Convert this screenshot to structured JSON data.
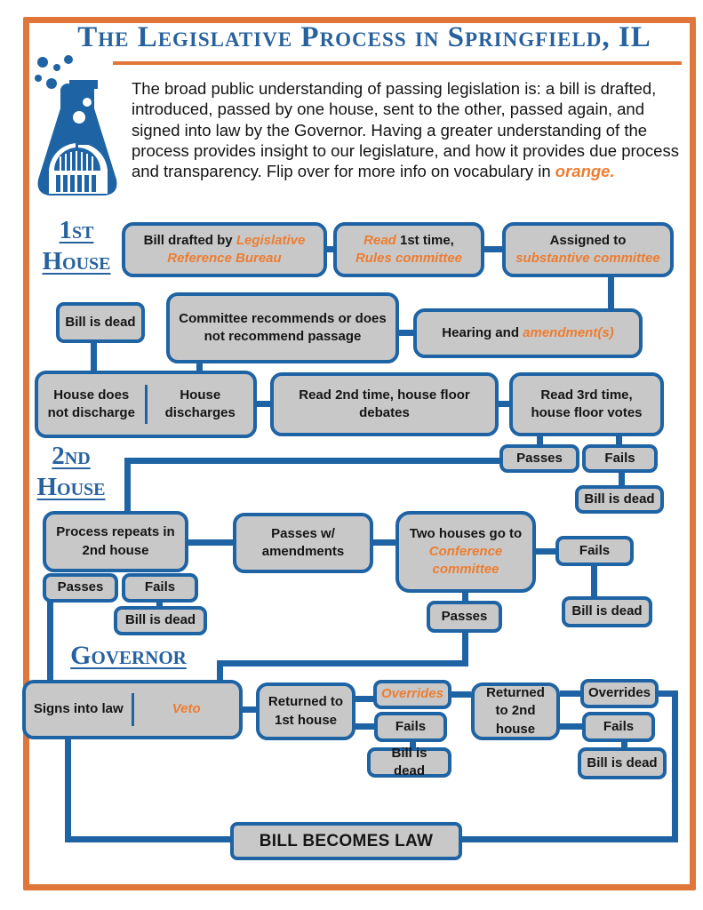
{
  "page": {
    "title": "The Legislative Process in Springfield, IL",
    "intro": {
      "text": "The broad public understanding of passing legislation is: a bill is drafted, introduced, passed by one house, sent to the other, passed again, and signed into law by the Governor. Having a greater understanding of the process provides insight to our legislature, and how it provides due process and transparency. Flip over for more info on vocabulary in ",
      "highlight": "orange."
    }
  },
  "sections": {
    "first_house": {
      "line1": "1st",
      "line2": "House"
    },
    "second_house": {
      "line1": "2nd",
      "line2": "House"
    },
    "governor": {
      "line1": "Governor"
    }
  },
  "labels": {
    "passes": "Passes",
    "fails": "Fails",
    "bill_is_dead": "Bill is dead",
    "overrides": "Overrides"
  },
  "nodes": {
    "bill_drafted": {
      "plain": "Bill drafted by ",
      "orange": "Legislative Reference Bureau"
    },
    "read_first": {
      "orange_lead": "Read",
      "plain": " 1st time,",
      "orange_tail": "Rules committee"
    },
    "assigned": {
      "plain": "Assigned to",
      "orange": "substantive committee"
    },
    "committee": {
      "text": "Committee recommends or does not recommend passage"
    },
    "hearing": {
      "plain": "Hearing and ",
      "orange": "amendment(s)"
    },
    "house_choice": {
      "left": "House does not discharge",
      "right": "House discharges"
    },
    "read_second": {
      "text": "Read 2nd time, house floor debates"
    },
    "read_third": {
      "text": "Read 3rd time, house floor votes"
    },
    "process_repeats": {
      "text": "Process repeats in 2nd house"
    },
    "passes_amendments": {
      "text": "Passes w/ amendments"
    },
    "conference": {
      "plain": "Two houses go to",
      "orange": "Conference committee"
    },
    "signs_veto": {
      "left": "Signs into law",
      "right": "Veto"
    },
    "returned_first": {
      "text": "Returned to 1st house"
    },
    "returned_second": {
      "text": "Returned to 2nd house"
    },
    "bill_becomes_law": {
      "text": "BILL BECOMES LAW"
    }
  },
  "colors": {
    "line_blue": "#1E63A4",
    "title_blue": "#27619E",
    "orange_text": "#ED7D31",
    "frame_orange": "#E0763A",
    "box_fill": "#C8C8C8"
  },
  "icons": {
    "flask": "capitol-flask-icon"
  }
}
